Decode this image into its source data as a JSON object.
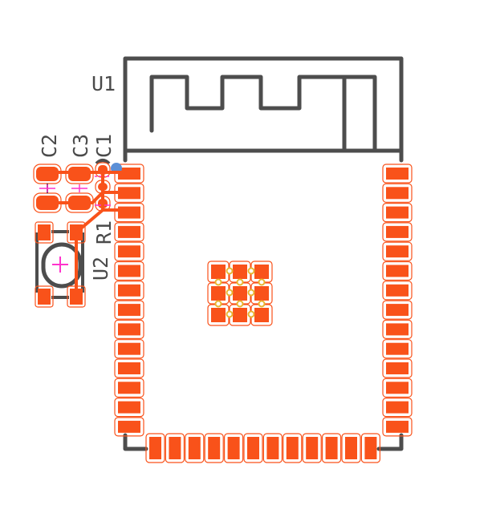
{
  "title": "PCB layout - ESP32 module footprint",
  "colors": {
    "background": "#ffffff",
    "silkscreen": "#4d4d4d",
    "pad": "#f9521a",
    "pad_outline": "#f9521a",
    "via_ring": "#e8b530",
    "origin_marker": "#ff33cc",
    "via_blue": "#5b8fd6"
  },
  "labels": {
    "u1": "U1",
    "c2": "C2",
    "c3": "C3",
    "c1": "C1",
    "r1": "R1",
    "u2": "U2"
  },
  "components": {
    "u1": {
      "name": "U1",
      "left_pads": 14,
      "right_pads": 14,
      "bottom_pads": 12,
      "thermal_grid": "3x3"
    },
    "c2": {
      "name": "C2",
      "pads": 2
    },
    "c3": {
      "name": "C3",
      "pads": 2
    },
    "c1": {
      "name": "C1",
      "pads": 2
    },
    "r1": {
      "name": "R1",
      "pads": 2
    },
    "u2": {
      "name": "U2",
      "pads": 4,
      "type": "crystal"
    }
  }
}
